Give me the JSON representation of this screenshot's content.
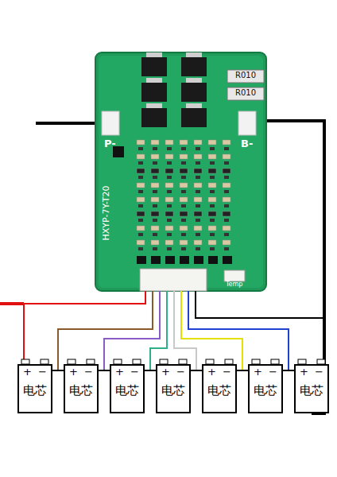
{
  "diagram": {
    "nodes": [
      {
        "text": [
          "+",
          "−",
          "电芯"
        ]
      },
      {
        "text": [
          "+",
          "−",
          "电芯"
        ]
      },
      {
        "text": [
          "+",
          "−",
          "电芯"
        ]
      },
      {
        "text": [
          "+",
          "−",
          "电芯"
        ]
      },
      {
        "text": [
          "+",
          "−",
          "电芯"
        ]
      },
      {
        "text": [
          "+",
          "−",
          "电芯"
        ]
      },
      {
        "text": [
          "+",
          "−",
          "电芯"
        ]
      }
    ],
    "edges": [
      {
        "from": 0,
        "to": 1,
        "arrow": "none"
      },
      {
        "from": 1,
        "to": 2,
        "arrow": "none"
      },
      {
        "from": 2,
        "to": 3,
        "arrow": "none"
      },
      {
        "from": 3,
        "to": 4,
        "arrow": "none"
      },
      {
        "from": 4,
        "to": 5,
        "arrow": "none"
      },
      {
        "from": 5,
        "to": 6,
        "arrow": "none"
      }
    ],
    "labels": [
      "P-",
      "B-",
      "R010",
      "R010",
      "HXYP-7Y-T20",
      "Temp"
    ]
  }
}
